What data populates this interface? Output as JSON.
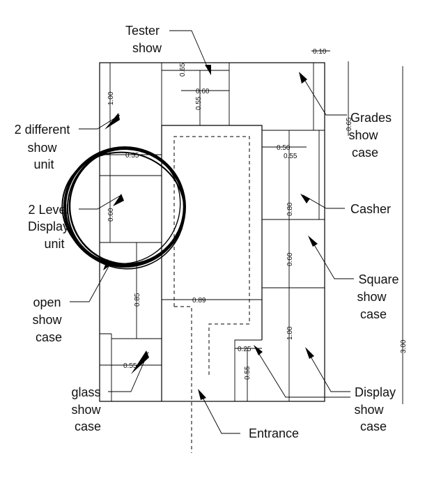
{
  "labels": {
    "tester_show": [
      "Tester",
      "show"
    ],
    "two_different": [
      "2 different",
      "show",
      "unit"
    ],
    "two_level": [
      "2 Level",
      "Display",
      "unit"
    ],
    "open_show": [
      "open",
      "show",
      "case"
    ],
    "glass_show": [
      "glass",
      "show",
      "case"
    ],
    "grades_show": [
      "Grades",
      "show",
      "case"
    ],
    "casher": [
      "Casher"
    ],
    "square_show": [
      "Square",
      "show",
      "case"
    ],
    "display_show": [
      "Display",
      "show",
      "case"
    ],
    "entrance": [
      "Entrance"
    ]
  },
  "dimensions": {
    "d_010": "0.10",
    "d_065": "0.65",
    "d_055_tester": "0.55",
    "d_060_tester": "0.60",
    "d_100_left": "1.00",
    "d_065_grades": "0.65",
    "d_050": "0.50",
    "d_055_casher": "0.55",
    "d_055_unit": "0.55",
    "d_060_left": "0.60",
    "d_080": "0.80",
    "d_060_square": "0.60",
    "d_085": "0.85",
    "d_089": "0.89",
    "d_100_display": "1.00",
    "d_300": "3.00",
    "d_025": "0.25",
    "d_055_entrance": "0.55",
    "d_055_glass": "0.55"
  }
}
